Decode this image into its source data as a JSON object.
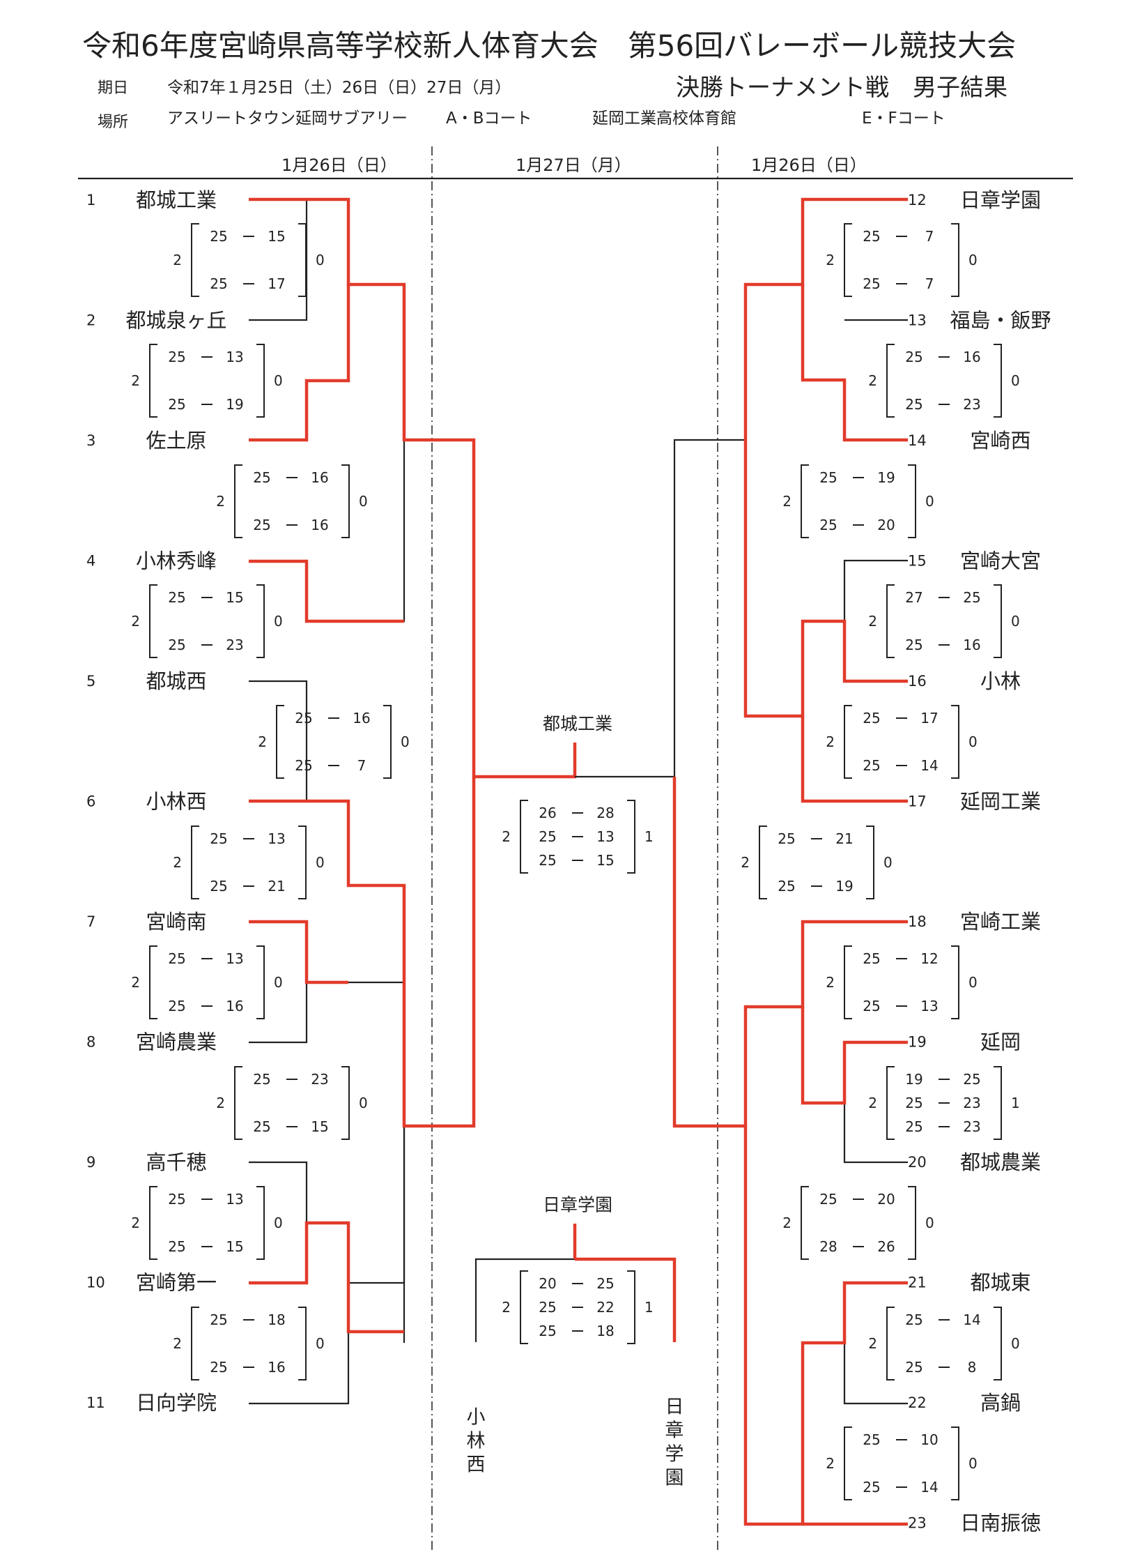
{
  "header": {
    "title": "令和6年度宮崎県高等学校新人体育大会　第56回バレーボール競技大会",
    "date_label": "期日",
    "date_value": "令和7年１月25日（土）26日（日）27日（月）",
    "venue_label": "場所",
    "venue_ab": "アスリートタウン延岡サブアリー",
    "court_ab": "A・Bコート",
    "venue_ef": "延岡工業高校体育館",
    "court_ef": "E・Fコート",
    "subtitle": "決勝トーナメント戦　男子結果"
  },
  "columns": {
    "left_day": "1月26日（日）",
    "center_day": "1月27日（月）",
    "right_day": "1月26日（日）"
  },
  "left_teams": [
    {
      "seed": "1",
      "name": "都城工業"
    },
    {
      "seed": "2",
      "name": "都城泉ヶ丘"
    },
    {
      "seed": "3",
      "name": "佐土原"
    },
    {
      "seed": "4",
      "name": "小林秀峰"
    },
    {
      "seed": "5",
      "name": "都城西"
    },
    {
      "seed": "6",
      "name": "小林西"
    },
    {
      "seed": "7",
      "name": "宮崎南"
    },
    {
      "seed": "8",
      "name": "宮崎農業"
    },
    {
      "seed": "9",
      "name": "高千穂"
    },
    {
      "seed": "10",
      "name": "宮崎第一"
    },
    {
      "seed": "11",
      "name": "日向学院"
    }
  ],
  "right_teams": [
    {
      "seed": "12",
      "name": "日章学園"
    },
    {
      "seed": "13",
      "name": "福島・飯野"
    },
    {
      "seed": "14",
      "name": "宮崎西"
    },
    {
      "seed": "15",
      "name": "宮崎大宮"
    },
    {
      "seed": "16",
      "name": "小林"
    },
    {
      "seed": "17",
      "name": "延岡工業"
    },
    {
      "seed": "18",
      "name": "宮崎工業"
    },
    {
      "seed": "19",
      "name": "延岡"
    },
    {
      "seed": "20",
      "name": "都城農業"
    },
    {
      "seed": "21",
      "name": "都城東"
    },
    {
      "seed": "22",
      "name": "高鍋"
    },
    {
      "seed": "23",
      "name": "日南振徳"
    }
  ],
  "scores": {
    "m1_2": {
      "w": "2",
      "l": "0",
      "sets": [
        [
          "25",
          "15"
        ],
        [
          "25",
          "17"
        ]
      ]
    },
    "m2_3": {
      "w": "2",
      "l": "0",
      "sets": [
        [
          "25",
          "13"
        ],
        [
          "25",
          "19"
        ]
      ]
    },
    "mL3_4": {
      "w": "2",
      "l": "0",
      "sets": [
        [
          "25",
          "16"
        ],
        [
          "25",
          "16"
        ]
      ]
    },
    "m4_5": {
      "w": "2",
      "l": "0",
      "sets": [
        [
          "25",
          "15"
        ],
        [
          "25",
          "23"
        ]
      ]
    },
    "mL5_6": {
      "w": "2",
      "l": "0",
      "sets": [
        [
          "25",
          "16"
        ],
        [
          "25",
          "7"
        ]
      ]
    },
    "m6_7": {
      "w": "2",
      "l": "0",
      "sets": [
        [
          "25",
          "13"
        ],
        [
          "25",
          "21"
        ]
      ]
    },
    "m7_8": {
      "w": "2",
      "l": "0",
      "sets": [
        [
          "25",
          "13"
        ],
        [
          "25",
          "16"
        ]
      ]
    },
    "mL8_9": {
      "w": "2",
      "l": "0",
      "sets": [
        [
          "25",
          "23"
        ],
        [
          "25",
          "15"
        ]
      ]
    },
    "m9_10": {
      "w": "2",
      "l": "0",
      "sets": [
        [
          "25",
          "13"
        ],
        [
          "25",
          "15"
        ]
      ]
    },
    "m10_11": {
      "w": "2",
      "l": "0",
      "sets": [
        [
          "25",
          "18"
        ],
        [
          "25",
          "16"
        ]
      ]
    },
    "m12_13": {
      "w": "2",
      "l": "0",
      "sets": [
        [
          "25",
          "7"
        ],
        [
          "25",
          "7"
        ]
      ]
    },
    "m13_14": {
      "w": "2",
      "l": "0",
      "sets": [
        [
          "25",
          "16"
        ],
        [
          "25",
          "23"
        ]
      ]
    },
    "mR14_15": {
      "w": "2",
      "l": "0",
      "sets": [
        [
          "25",
          "19"
        ],
        [
          "25",
          "20"
        ]
      ]
    },
    "m15_16": {
      "w": "2",
      "l": "0",
      "sets": [
        [
          "27",
          "25"
        ],
        [
          "25",
          "16"
        ]
      ]
    },
    "m16_17": {
      "w": "2",
      "l": "0",
      "sets": [
        [
          "25",
          "17"
        ],
        [
          "25",
          "14"
        ]
      ]
    },
    "mR17_18": {
      "w": "2",
      "l": "0",
      "sets": [
        [
          "25",
          "21"
        ],
        [
          "25",
          "19"
        ]
      ]
    },
    "m18_19": {
      "w": "2",
      "l": "0",
      "sets": [
        [
          "25",
          "12"
        ],
        [
          "25",
          "13"
        ]
      ]
    },
    "m19_20": {
      "w": "2",
      "l": "1",
      "sets": [
        [
          "19",
          "25"
        ],
        [
          "25",
          "23"
        ],
        [
          "25",
          "23"
        ]
      ]
    },
    "mR20_21": {
      "w": "2",
      "l": "0",
      "sets": [
        [
          "25",
          "20"
        ],
        [
          "28",
          "26"
        ]
      ]
    },
    "m21_22": {
      "w": "2",
      "l": "0",
      "sets": [
        [
          "25",
          "14"
        ],
        [
          "25",
          "8"
        ]
      ]
    },
    "m22_23": {
      "w": "2",
      "l": "0",
      "sets": [
        [
          "25",
          "10"
        ],
        [
          "25",
          "14"
        ]
      ]
    },
    "final_a": {
      "w": "2",
      "l": "1",
      "sets": [
        [
          "26",
          "28"
        ],
        [
          "25",
          "13"
        ],
        [
          "25",
          "15"
        ]
      ]
    },
    "final_b": {
      "w": "2",
      "l": "1",
      "sets": [
        [
          "20",
          "25"
        ],
        [
          "25",
          "22"
        ],
        [
          "25",
          "18"
        ]
      ]
    }
  },
  "finals": {
    "winner_a": "都城工業",
    "winner_b": "日章学園",
    "finalist_b_left": "小林西",
    "finalist_b_right": "日章学園"
  },
  "colors": {
    "winner_line": "#e23b2b",
    "line": "#222222"
  }
}
